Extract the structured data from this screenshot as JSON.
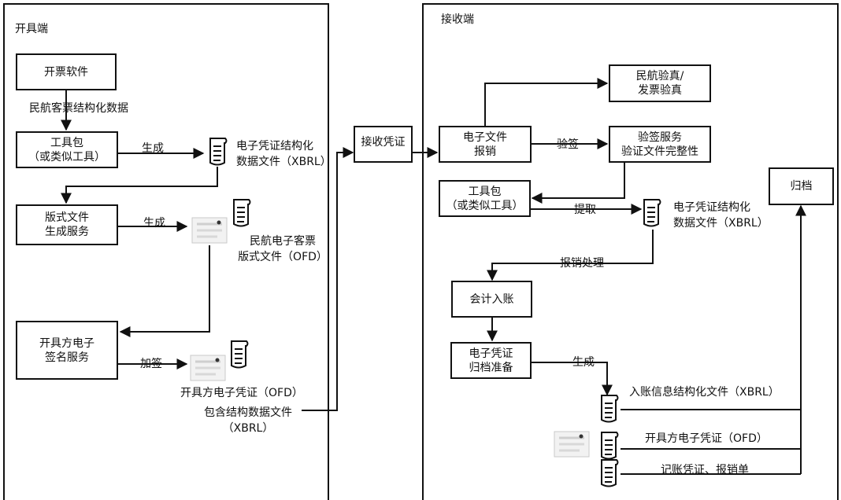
{
  "panels": {
    "issuer_title": "开具端",
    "receiver_title": "接收端"
  },
  "issuer": {
    "software": "开票软件",
    "label_structured": "民航客票结构化数据",
    "toolkit": [
      "工具包",
      "（或类似工具）"
    ],
    "generate_1": "生成",
    "xbrl_doc": [
      "电子凭证结构化",
      "数据文件（XBRL）"
    ],
    "layout_service": [
      "版式文件",
      "生成服务"
    ],
    "generate_2": "生成",
    "ofd_doc": [
      "民航电子客票",
      "版式文件（OFD）"
    ],
    "sign_service": [
      "开具方电子",
      "签名服务"
    ],
    "add_sign": "加签",
    "issuer_voucher": "开具方电子凭证（OFD）",
    "contains_xbrl": [
      "包含结构数据文件",
      "（XBRL）"
    ]
  },
  "transfer": {
    "receive_voucher": "接收凭证"
  },
  "receiver": {
    "verify_true": [
      "民航验真/",
      "发票验真"
    ],
    "e_reimburse": [
      "电子文件",
      "报销"
    ],
    "verify_sign": "验签",
    "verify_service": [
      "验签服务",
      "验证文件完整性"
    ],
    "toolkit": [
      "工具包",
      "（或类似工具）"
    ],
    "extract": "提取",
    "xbrl_doc": [
      "电子凭证结构化",
      "数据文件（XBRL）"
    ],
    "archive": "归档",
    "reimburse_process": "报销处理",
    "accounting_entry": "会计入账",
    "archive_prep": [
      "电子凭证",
      "归档准备"
    ],
    "generate": "生成",
    "entry_info": "入账信息结构化文件（XBRL）",
    "issuer_voucher": "开具方电子凭证（OFD）",
    "bookkeeping": "记账凭证、报销单"
  }
}
